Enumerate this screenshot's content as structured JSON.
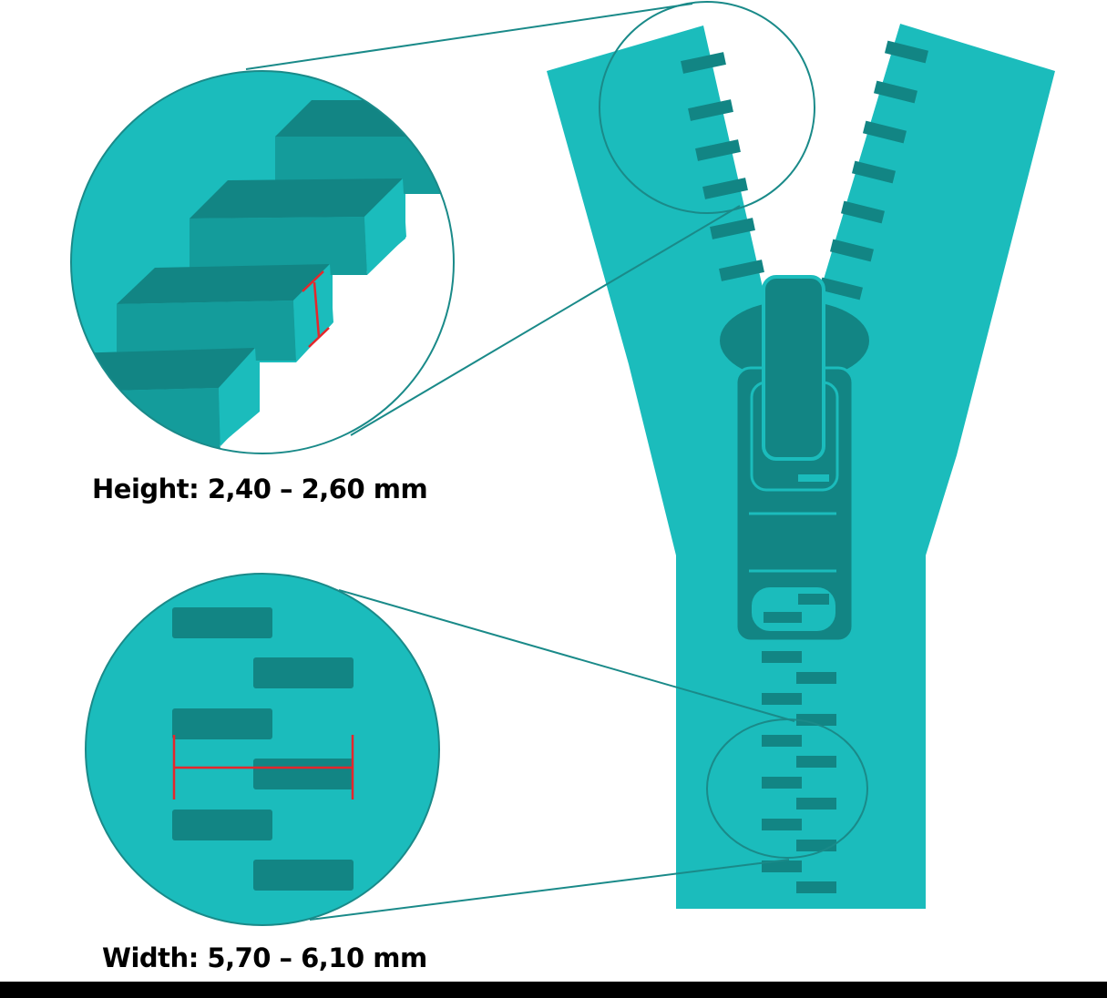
{
  "labels": {
    "height": "Height: 2,40 – 2,60 mm",
    "width": "Width: 5,70 – 6,10 mm"
  },
  "colors": {
    "tape": "#1bbcbc",
    "tooth": "#128584",
    "tooth_side": "#149c9b",
    "outline": "#1a8a89",
    "measure": "#e5262b",
    "background": "#ffffff",
    "bar": "#000000"
  },
  "callouts": [
    {
      "name": "height-detail",
      "target": "upper left zipper teeth",
      "measurement": "height"
    },
    {
      "name": "width-detail",
      "target": "lower interlocked teeth",
      "measurement": "width"
    }
  ]
}
